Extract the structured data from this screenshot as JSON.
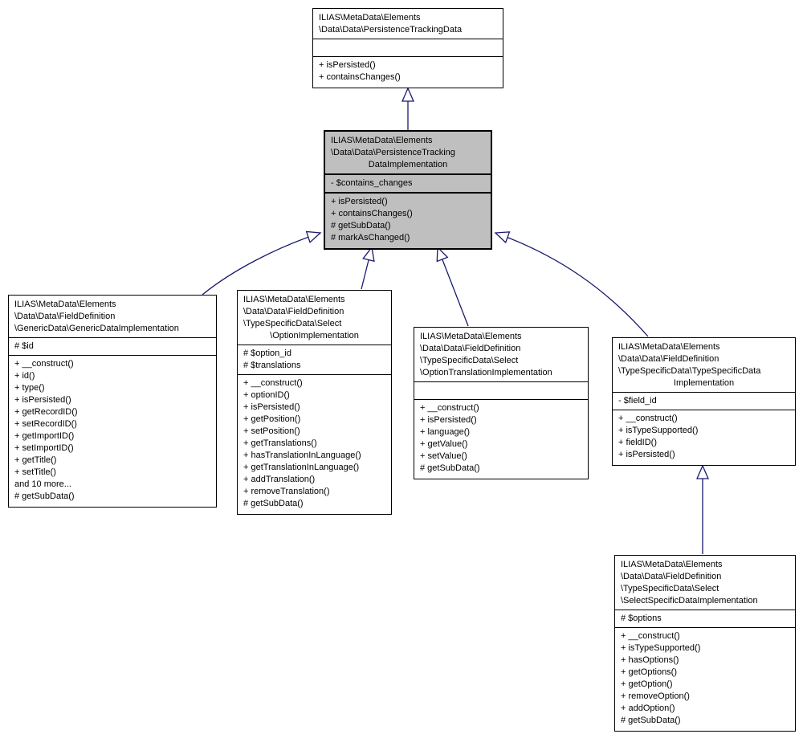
{
  "diagram": {
    "kind": "uml-class-inheritance",
    "background_color": "#ffffff",
    "arrow_color": "#191970",
    "highlight_fill": "#bfbfbf",
    "boxes": [
      {
        "id": "persistence-tracking-data",
        "title_lines": [
          "ILIAS\\MetaData\\Elements",
          "\\Data\\Data\\PersistenceTrackingData"
        ],
        "attributes": [],
        "methods": [
          "+ isPersisted()",
          "+ containsChanges()"
        ]
      },
      {
        "id": "persistence-tracking-data-implementation",
        "highlighted": true,
        "title_lines": [
          "ILIAS\\MetaData\\Elements",
          "\\Data\\Data\\PersistenceTracking",
          "DataImplementation"
        ],
        "attributes": [
          "- $contains_changes"
        ],
        "methods": [
          "+ isPersisted()",
          "+ containsChanges()",
          "# getSubData()",
          "# markAsChanged()"
        ]
      },
      {
        "id": "generic-data-implementation",
        "title_lines": [
          "ILIAS\\MetaData\\Elements",
          "\\Data\\Data\\FieldDefinition",
          "\\GenericData\\GenericDataImplementation"
        ],
        "attributes": [
          "# $id"
        ],
        "methods": [
          "+ __construct()",
          "+ id()",
          "+ type()",
          "+ isPersisted()",
          "+ getRecordID()",
          "+ setRecordID()",
          "+ getImportID()",
          "+ setImportID()",
          "+ getTitle()",
          "+ setTitle()",
          "and 10 more...",
          "# getSubData()"
        ]
      },
      {
        "id": "option-implementation",
        "title_lines": [
          "ILIAS\\MetaData\\Elements",
          "\\Data\\Data\\FieldDefinition",
          "\\TypeSpecificData\\Select",
          "\\OptionImplementation"
        ],
        "attributes": [
          "# $option_id",
          "# $translations"
        ],
        "methods": [
          "+ __construct()",
          "+ optionID()",
          "+ isPersisted()",
          "+ getPosition()",
          "+ setPosition()",
          "+ getTranslations()",
          "+ hasTranslationInLanguage()",
          "+ getTranslationInLanguage()",
          "+ addTranslation()",
          "+ removeTranslation()",
          "# getSubData()"
        ]
      },
      {
        "id": "option-translation-implementation",
        "title_lines": [
          "ILIAS\\MetaData\\Elements",
          "\\Data\\Data\\FieldDefinition",
          "\\TypeSpecificData\\Select",
          "\\OptionTranslationImplementation"
        ],
        "attributes": [],
        "methods": [
          "+ __construct()",
          "+ isPersisted()",
          "+ language()",
          "+ getValue()",
          "+ setValue()",
          "# getSubData()"
        ]
      },
      {
        "id": "type-specific-data-implementation",
        "title_lines": [
          "ILIAS\\MetaData\\Elements",
          "\\Data\\Data\\FieldDefinition",
          "\\TypeSpecificData\\TypeSpecificData",
          "Implementation"
        ],
        "attributes": [
          "- $field_id"
        ],
        "methods": [
          "+ __construct()",
          "+ isTypeSupported()",
          "+ fieldID()",
          "+ isPersisted()"
        ]
      },
      {
        "id": "select-specific-data-implementation",
        "title_lines": [
          "ILIAS\\MetaData\\Elements",
          "\\Data\\Data\\FieldDefinition",
          "\\TypeSpecificData\\Select",
          "\\SelectSpecificDataImplementation"
        ],
        "attributes": [
          "# $options"
        ],
        "methods": [
          "+ __construct()",
          "+ isTypeSupported()",
          "+ hasOptions()",
          "+ getOptions()",
          "+ getOption()",
          "+ removeOption()",
          "+ addOption()",
          "# getSubData()"
        ]
      }
    ],
    "edges": [
      {
        "child": "persistence-tracking-data-implementation",
        "parent": "persistence-tracking-data"
      },
      {
        "child": "generic-data-implementation",
        "parent": "persistence-tracking-data-implementation"
      },
      {
        "child": "option-implementation",
        "parent": "persistence-tracking-data-implementation"
      },
      {
        "child": "option-translation-implementation",
        "parent": "persistence-tracking-data-implementation"
      },
      {
        "child": "type-specific-data-implementation",
        "parent": "persistence-tracking-data-implementation"
      },
      {
        "child": "select-specific-data-implementation",
        "parent": "type-specific-data-implementation"
      }
    ]
  }
}
